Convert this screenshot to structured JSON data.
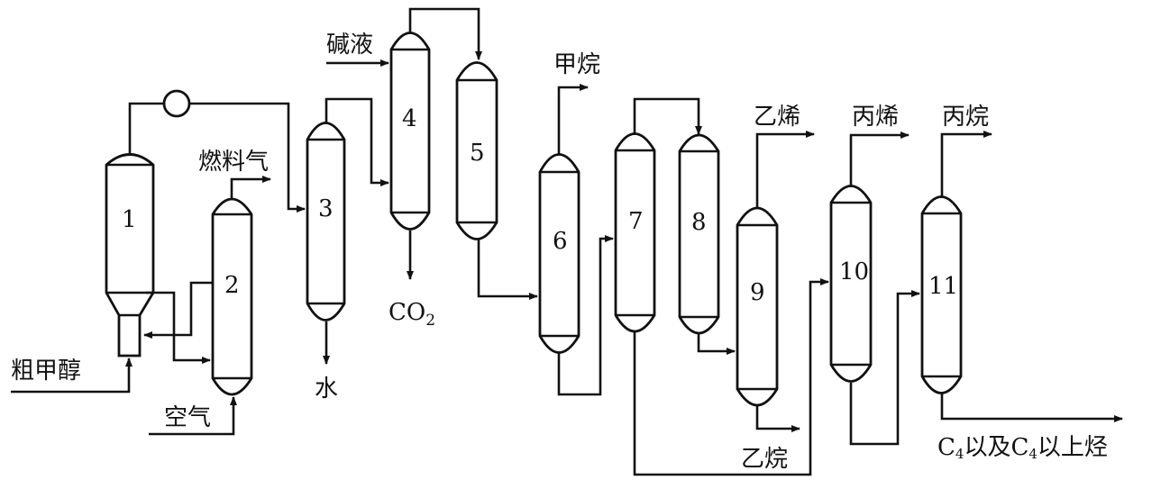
{
  "diagram": {
    "type": "process-flow",
    "columns": [
      {
        "id": "1",
        "label": "1"
      },
      {
        "id": "2",
        "label": "2"
      },
      {
        "id": "3",
        "label": "3"
      },
      {
        "id": "4",
        "label": "4"
      },
      {
        "id": "5",
        "label": "5"
      },
      {
        "id": "6",
        "label": "6"
      },
      {
        "id": "7",
        "label": "7"
      },
      {
        "id": "8",
        "label": "8"
      },
      {
        "id": "9",
        "label": "9"
      },
      {
        "id": "10",
        "label": "10"
      },
      {
        "id": "11",
        "label": "11"
      }
    ],
    "streams": {
      "crude_methanol": "粗甲醇",
      "air": "空气",
      "fuel_gas": "燃料气",
      "water": "水",
      "alkali": "碱液",
      "co2_main": "CO",
      "co2_sub": "2",
      "methane": "甲烷",
      "ethylene": "乙烯",
      "ethane": "乙烷",
      "propylene": "丙烯",
      "propane": "丙烷",
      "c4_prefix": "C",
      "c4_sub": "4",
      "c4_mid": "以及",
      "c4_suffix": "以上烃"
    },
    "equipment": {
      "compressor": "compressor"
    }
  }
}
